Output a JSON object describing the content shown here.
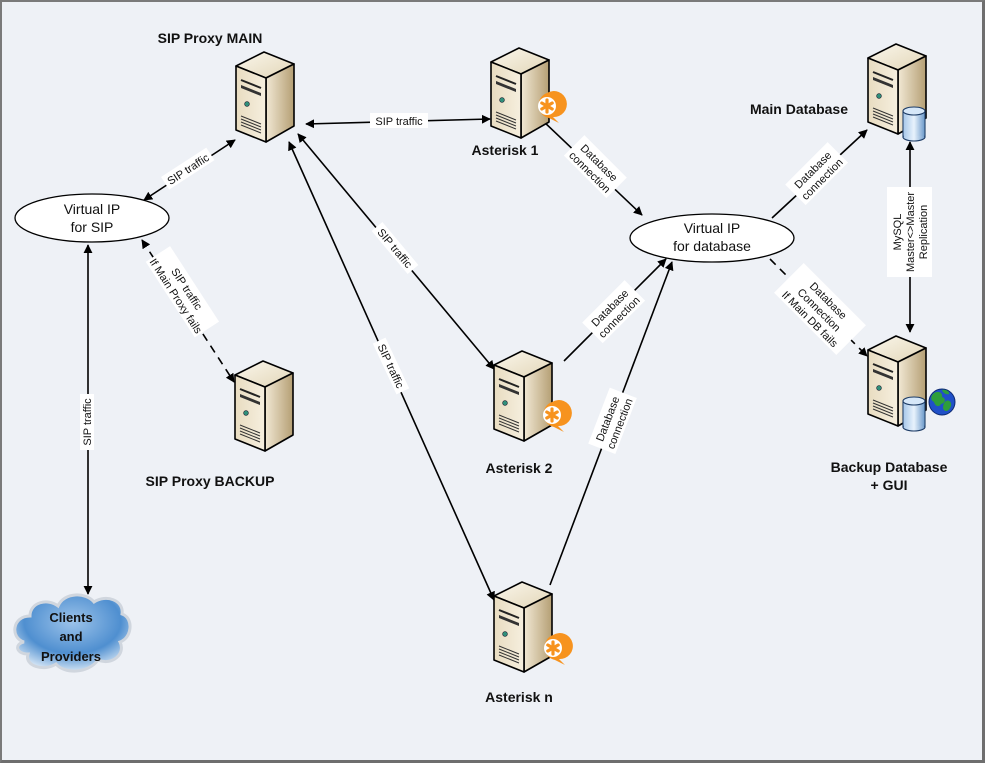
{
  "diagram": {
    "nodes": {
      "sip_proxy_main": {
        "label": "SIP Proxy MAIN",
        "icon": "server-icon"
      },
      "sip_proxy_backup": {
        "label": "SIP Proxy BACKUP",
        "icon": "server-icon"
      },
      "virtual_ip_sip": {
        "line1": "Virtual IP",
        "line2": "for SIP"
      },
      "asterisk_1": {
        "label": "Asterisk 1",
        "icon": "asterisk-server-icon"
      },
      "asterisk_2": {
        "label": "Asterisk 2",
        "icon": "asterisk-server-icon"
      },
      "asterisk_n": {
        "label": "Asterisk n",
        "icon": "asterisk-server-icon"
      },
      "virtual_ip_db": {
        "line1": "Virtual IP",
        "line2": "for database"
      },
      "main_database": {
        "label": "Main Database",
        "icon": "database-server-icon"
      },
      "backup_database": {
        "line1": "Backup Database",
        "line2": "+ GUI",
        "icon": "database-web-server-icon"
      },
      "clients": {
        "line1": "Clients",
        "line2": "and",
        "line3": "Providers",
        "icon": "cloud-icon"
      }
    },
    "edges": {
      "vip_sip_to_main": {
        "lines": [
          "SIP traffic"
        ],
        "style": "solid",
        "direction": "both"
      },
      "vip_sip_to_backup": {
        "lines": [
          "SIP traffic",
          "If Main Proxy fails"
        ],
        "style": "dashed",
        "direction": "both"
      },
      "vip_sip_to_clients": {
        "lines": [
          "SIP traffic"
        ],
        "style": "solid",
        "direction": "both"
      },
      "main_to_ast1": {
        "lines": [
          "SIP traffic"
        ],
        "style": "solid",
        "direction": "both"
      },
      "main_to_ast2": {
        "lines": [
          "SIP traffic"
        ],
        "style": "solid",
        "direction": "both"
      },
      "main_to_astn": {
        "lines": [
          "SIP traffic"
        ],
        "style": "solid",
        "direction": "both"
      },
      "ast1_to_vipdb": {
        "lines": [
          "Database",
          "connection"
        ],
        "style": "solid",
        "direction": "forward"
      },
      "ast2_to_vipdb": {
        "lines": [
          "Database",
          "connection"
        ],
        "style": "solid",
        "direction": "forward"
      },
      "astn_to_vipdb": {
        "lines": [
          "Database",
          "connection"
        ],
        "style": "solid",
        "direction": "forward"
      },
      "vipdb_to_maindb": {
        "lines": [
          "Database",
          "connection"
        ],
        "style": "solid",
        "direction": "forward"
      },
      "vipdb_to_backupdb": {
        "lines": [
          "Database",
          "Connection",
          "If Main DB fails"
        ],
        "style": "dashed",
        "direction": "forward"
      },
      "replication": {
        "lines": [
          "MySQL",
          "Master<>Master",
          "Replication"
        ],
        "style": "solid",
        "direction": "both"
      }
    },
    "colors": {
      "background": "#eef1f6",
      "asterisk_badge": "#f7931e",
      "database_cylinder": "#8fb8e0",
      "globe_land": "#2e9e3a",
      "globe_ocean": "#2050c8"
    }
  }
}
